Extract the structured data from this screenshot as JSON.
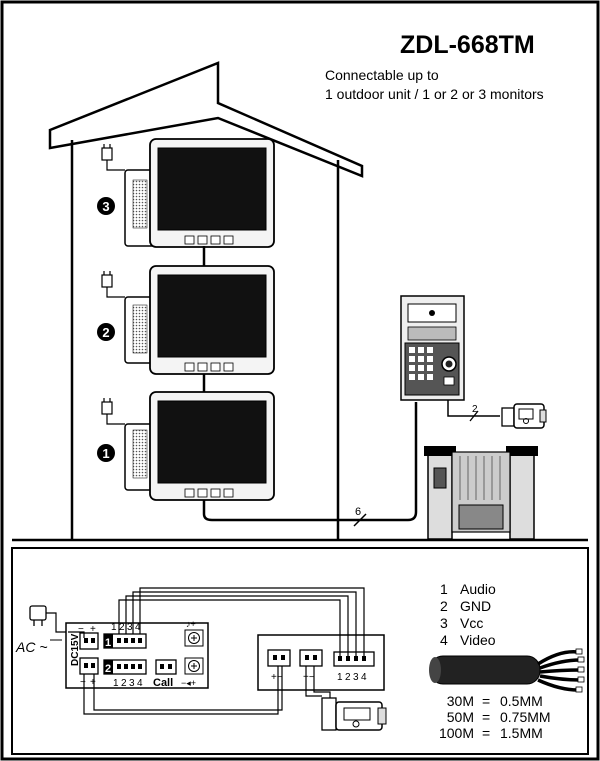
{
  "title": "ZDL-668TM",
  "subtitle_line1": "Connectable up to",
  "subtitle_line2": "1 outdoor unit / 1 or 2 or 3 monitors",
  "monitors": [
    {
      "number": "3"
    },
    {
      "number": "2"
    },
    {
      "number": "1"
    }
  ],
  "cable_counts": {
    "monitor_to_door": "6",
    "door_to_lock": "2"
  },
  "wiring": {
    "ac_label": "AC ~",
    "dc_label": "DC15V",
    "minus": "−",
    "plus": "+",
    "port1_number": "1",
    "port2_number": "2",
    "port_top_pins": [
      "1",
      "2",
      "3",
      "4"
    ],
    "port_bottom_pins": [
      "1",
      "2",
      "3",
      "4"
    ],
    "call_label": "Call",
    "outdoor_terminal_pins": [
      "1",
      "2",
      "3",
      "4"
    ],
    "outdoor_power_label": "+−",
    "outdoor_lock_label": "+−"
  },
  "legend": {
    "items": [
      {
        "num": "1",
        "label": "Audio"
      },
      {
        "num": "2",
        "label": "GND"
      },
      {
        "num": "3",
        "label": "Vcc"
      },
      {
        "num": "4",
        "label": "Video"
      }
    ]
  },
  "cable_specs": [
    {
      "length": "30M",
      "eq": "=",
      "size": "0.5MM"
    },
    {
      "length": "50M",
      "eq": "=",
      "size": "0.75MM"
    },
    {
      "length": "100M",
      "eq": "=",
      "size": "1.5MM"
    }
  ]
}
